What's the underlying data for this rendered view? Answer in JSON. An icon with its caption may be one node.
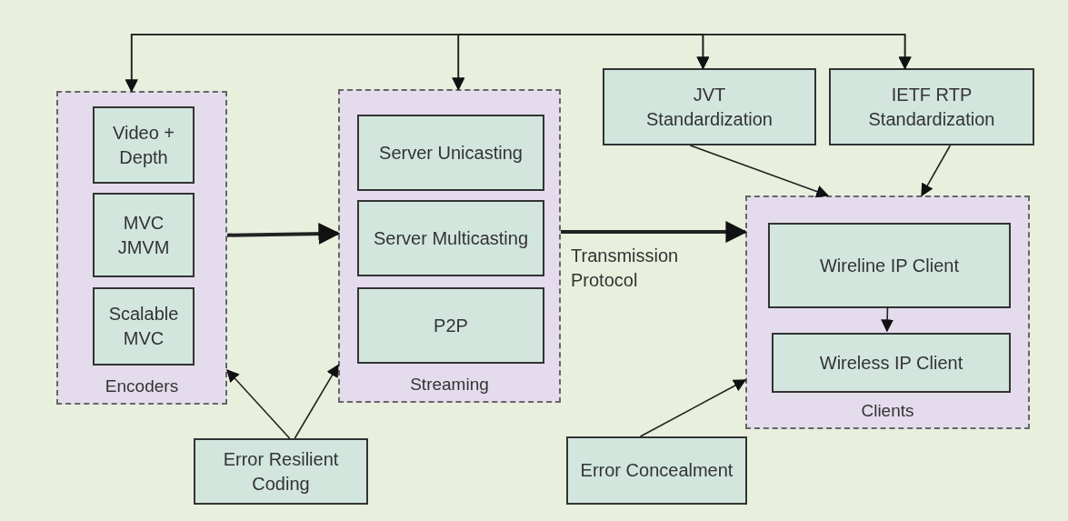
{
  "diagram": {
    "nodes": [
      {
        "text": [
          "Encoders"
        ]
      },
      {
        "text": [
          "Video + Depth"
        ],
        "in": 0
      },
      {
        "text": [
          "MVC JMVM"
        ],
        "in": 0
      },
      {
        "text": [
          "Scalable MVC"
        ],
        "in": 0
      },
      {
        "text": [
          "Streaming"
        ]
      },
      {
        "text": [
          "Server Unicasting"
        ],
        "in": 4
      },
      {
        "text": [
          "Server Multicasting"
        ],
        "in": 4
      },
      {
        "text": [
          "P2P"
        ],
        "in": 4
      },
      {
        "text": [
          "JVT Standardization"
        ]
      },
      {
        "text": [
          "IETF RTP Standardization"
        ]
      },
      {
        "text": [
          "Clients"
        ]
      },
      {
        "text": [
          "Wireline IP Client"
        ],
        "in": 10
      },
      {
        "text": [
          "Wireless IP Client"
        ],
        "in": 10
      },
      {
        "text": [
          "Error Resilient Coding"
        ]
      },
      {
        "text": [
          "Error Concealment"
        ]
      }
    ],
    "edges": [
      {
        "from": 0,
        "to": 4,
        "arrow": "to",
        "style": "thick"
      },
      {
        "from": 4,
        "to": 10,
        "arrow": "to",
        "style": "thick",
        "label": "Transmission Protocol"
      },
      {
        "from": 8,
        "to": 10,
        "arrow": "to"
      },
      {
        "from": 9,
        "to": 10,
        "arrow": "to"
      },
      {
        "from": 11,
        "to": 12,
        "arrow": "to"
      },
      {
        "from": 13,
        "to": 0,
        "arrow": "to"
      },
      {
        "from": 13,
        "to": 4,
        "arrow": "to"
      },
      {
        "from": 14,
        "to": 10,
        "arrow": "to"
      },
      {
        "from": 0,
        "to": 8,
        "arrow": "both"
      },
      {
        "from": 0,
        "to": 9,
        "arrow": "both"
      },
      {
        "from": 4,
        "to": 8,
        "arrow": "both"
      },
      {
        "from": 4,
        "to": 9,
        "arrow": "both"
      }
    ]
  }
}
